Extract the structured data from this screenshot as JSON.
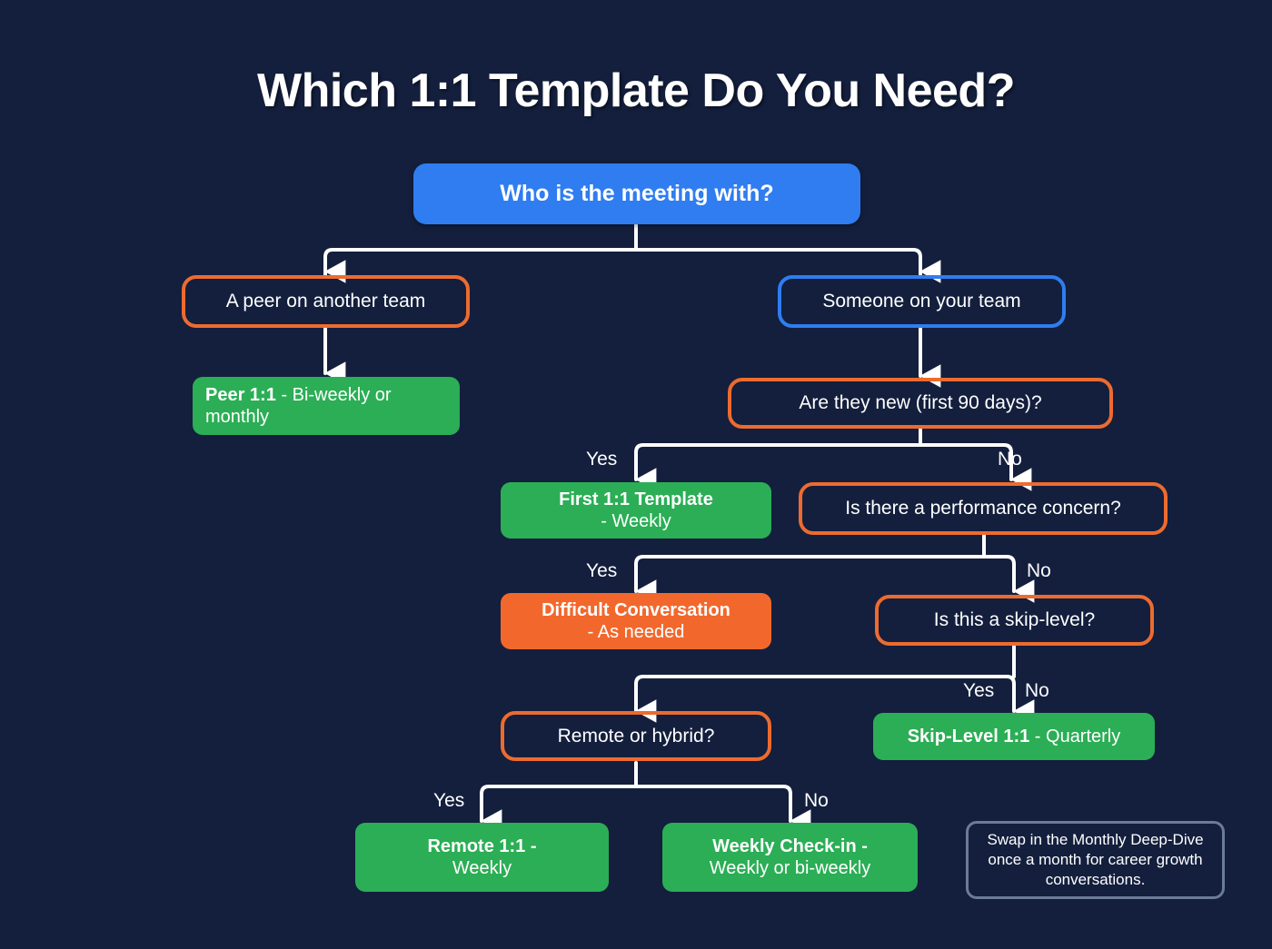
{
  "page": {
    "title": "Which 1:1 Template Do You Need?",
    "background_color": "#131f3d"
  },
  "colors": {
    "accent_blue": "#2f7df0",
    "accent_orange_outline": "#ed6b2f",
    "accent_orange_fill": "#f2682c",
    "accent_green": "#2bae55",
    "note_border": "#6b7b99",
    "connector": "#ffffff",
    "text": "#ffffff"
  },
  "chart_data": {
    "type": "diagram",
    "title": "Which 1:1 Template Do You Need?",
    "nodes": [
      {
        "id": "root",
        "label": "Who is the meeting with?",
        "style": "root"
      },
      {
        "id": "peer",
        "label": "A peer on another team",
        "style": "outline-orange"
      },
      {
        "id": "team",
        "label": "Someone on your team",
        "style": "outline-blue"
      },
      {
        "id": "peer_result",
        "label_bold": "Peer 1:1",
        "label_rest": " - Bi-weekly or monthly",
        "style": "fill-green"
      },
      {
        "id": "new90",
        "label": "Are they new (first 90 days)?",
        "style": "outline-orange"
      },
      {
        "id": "first",
        "label_bold": "First 1:1 Template",
        "label_rest": "- Weekly",
        "style": "fill-green"
      },
      {
        "id": "perf",
        "label": "Is there a performance concern?",
        "style": "outline-orange"
      },
      {
        "id": "difficult",
        "label_bold": "Difficult Conversation",
        "label_rest": "- As needed",
        "style": "fill-orange"
      },
      {
        "id": "skip",
        "label": "Is this a skip-level?",
        "style": "outline-orange"
      },
      {
        "id": "remote_q",
        "label": "Remote or hybrid?",
        "style": "outline-orange"
      },
      {
        "id": "skiplevel",
        "label_bold": "Skip-Level 1:1",
        "label_rest": " - Quarterly",
        "style": "fill-green"
      },
      {
        "id": "remote_result",
        "label_bold": "Remote 1:1 -",
        "label_rest": "Weekly",
        "style": "fill-green"
      },
      {
        "id": "weekly_result",
        "label_bold": "Weekly Check-in -",
        "label_rest": "Weekly or bi-weekly",
        "style": "fill-green"
      },
      {
        "id": "note",
        "label": "Swap in the Monthly Deep-Dive once a month for career growth conversations.",
        "style": "note"
      }
    ],
    "edges": [
      {
        "from": "root",
        "to": "peer",
        "label": ""
      },
      {
        "from": "root",
        "to": "team",
        "label": ""
      },
      {
        "from": "peer",
        "to": "peer_result",
        "label": ""
      },
      {
        "from": "team",
        "to": "new90",
        "label": ""
      },
      {
        "from": "new90",
        "to": "first",
        "label": "Yes"
      },
      {
        "from": "new90",
        "to": "perf",
        "label": "No"
      },
      {
        "from": "perf",
        "to": "difficult",
        "label": "Yes"
      },
      {
        "from": "perf",
        "to": "skip",
        "label": "No"
      },
      {
        "from": "skip",
        "to": "remote_q",
        "label": "Yes"
      },
      {
        "from": "skip",
        "to": "skiplevel",
        "label": "No"
      },
      {
        "from": "remote_q",
        "to": "remote_result",
        "label": "Yes"
      },
      {
        "from": "remote_q",
        "to": "weekly_result",
        "label": "No"
      }
    ]
  },
  "nodes": {
    "root": {
      "text": "Who is the meeting with?"
    },
    "peer": {
      "text": "A peer on another team"
    },
    "team": {
      "text": "Someone on your team"
    },
    "peer_result": {
      "bold": "Peer 1:1",
      "rest": " - Bi-weekly or monthly"
    },
    "new90": {
      "text": "Are they new (first 90 days)?"
    },
    "first": {
      "bold": "First 1:1 Template",
      "rest": "- Weekly"
    },
    "perf": {
      "text": "Is there a performance concern?"
    },
    "difficult": {
      "bold": "Difficult Conversation",
      "rest": "- As needed"
    },
    "skip": {
      "text": "Is this a skip-level?"
    },
    "remote_q": {
      "text": "Remote or hybrid?"
    },
    "skiplevel": {
      "bold": "Skip-Level 1:1",
      "rest": " - Quarterly"
    },
    "remote_result": {
      "bold": "Remote 1:1 -",
      "rest": "Weekly"
    },
    "weekly_result": {
      "bold": "Weekly Check-in -",
      "rest": "Weekly or bi-weekly"
    },
    "note": {
      "text": "Swap in the Monthly Deep-Dive once a month for career growth conversations."
    }
  },
  "labels": {
    "new90_yes": "Yes",
    "new90_no": "No",
    "perf_yes": "Yes",
    "perf_no": "No",
    "skip_yes": "Yes",
    "skip_no": "No",
    "remote_yes": "Yes",
    "remote_no": "No"
  }
}
